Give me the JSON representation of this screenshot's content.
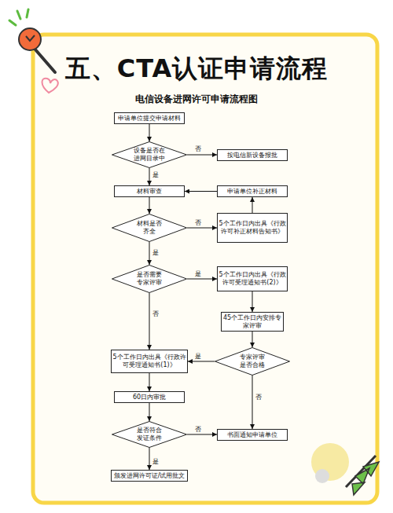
{
  "diagram": {
    "title": "五、CTA认证申请流程",
    "nodes": [
      {
        "text": [
          "申请单位提交申请材料"
        ]
      },
      {
        "text": [
          "设备是否在进网目录中"
        ]
      },
      {
        "text": [
          "按电信新设备报批"
        ]
      },
      {
        "text": [
          "材料审查"
        ]
      },
      {
        "text": [
          "申请单位补正材料"
        ]
      },
      {
        "text": [
          "材料是否齐全"
        ]
      },
      {
        "text": [
          "5个工作日内出具《行政许可补正材料告知书》"
        ]
      },
      {
        "text": [
          "是否需要专家评审"
        ]
      },
      {
        "text": [
          "5个工作日内出具《行政许可受理通知书(2)》"
        ]
      },
      {
        "text": [
          "45个工作日内安排专家评审"
        ]
      },
      {
        "text": [
          "5个工作日内出具《行政许可受理通知书(1)》"
        ]
      },
      {
        "text": [
          "专家评审是否合格"
        ]
      },
      {
        "text": [
          "60日内审批"
        ]
      },
      {
        "text": [
          "是否符合发证条件"
        ]
      },
      {
        "text": [
          "书面通知申请单位"
        ]
      },
      {
        "text": [
          "颁发进网许可证/试用批文"
        ]
      }
    ],
    "edges": [
      {
        "from": 0,
        "to": 1,
        "arrow": "to"
      },
      {
        "from": 1,
        "to": 2,
        "label": "否",
        "arrow": "to"
      },
      {
        "from": 1,
        "to": 3,
        "label": "是",
        "arrow": "to"
      },
      {
        "from": 3,
        "to": 5,
        "arrow": "to"
      },
      {
        "from": 5,
        "to": 6,
        "label": "否",
        "arrow": "to"
      },
      {
        "from": 6,
        "to": 4,
        "arrow": "to"
      },
      {
        "from": 4,
        "to": 3,
        "arrow": "to"
      },
      {
        "from": 5,
        "to": 7,
        "label": "是",
        "arrow": "to"
      },
      {
        "from": 7,
        "to": 8,
        "label": "是",
        "arrow": "to"
      },
      {
        "from": 7,
        "to": 10,
        "label": "否",
        "arrow": "to"
      },
      {
        "from": 8,
        "to": 9,
        "arrow": "to"
      },
      {
        "from": 9,
        "to": 11,
        "arrow": "to"
      },
      {
        "from": 11,
        "to": 10,
        "label": "是",
        "arrow": "to"
      },
      {
        "from": 11,
        "to": 14,
        "label": "否",
        "arrow": "to"
      },
      {
        "from": 10,
        "to": 12,
        "arrow": "to"
      },
      {
        "from": 12,
        "to": 13,
        "arrow": "to"
      },
      {
        "from": 13,
        "to": 14,
        "label": "否",
        "arrow": "to"
      },
      {
        "from": 13,
        "to": 15,
        "label": "是",
        "arrow": "to"
      }
    ],
    "labels": [
      "电信设备进网许可申请流程图"
    ]
  }
}
